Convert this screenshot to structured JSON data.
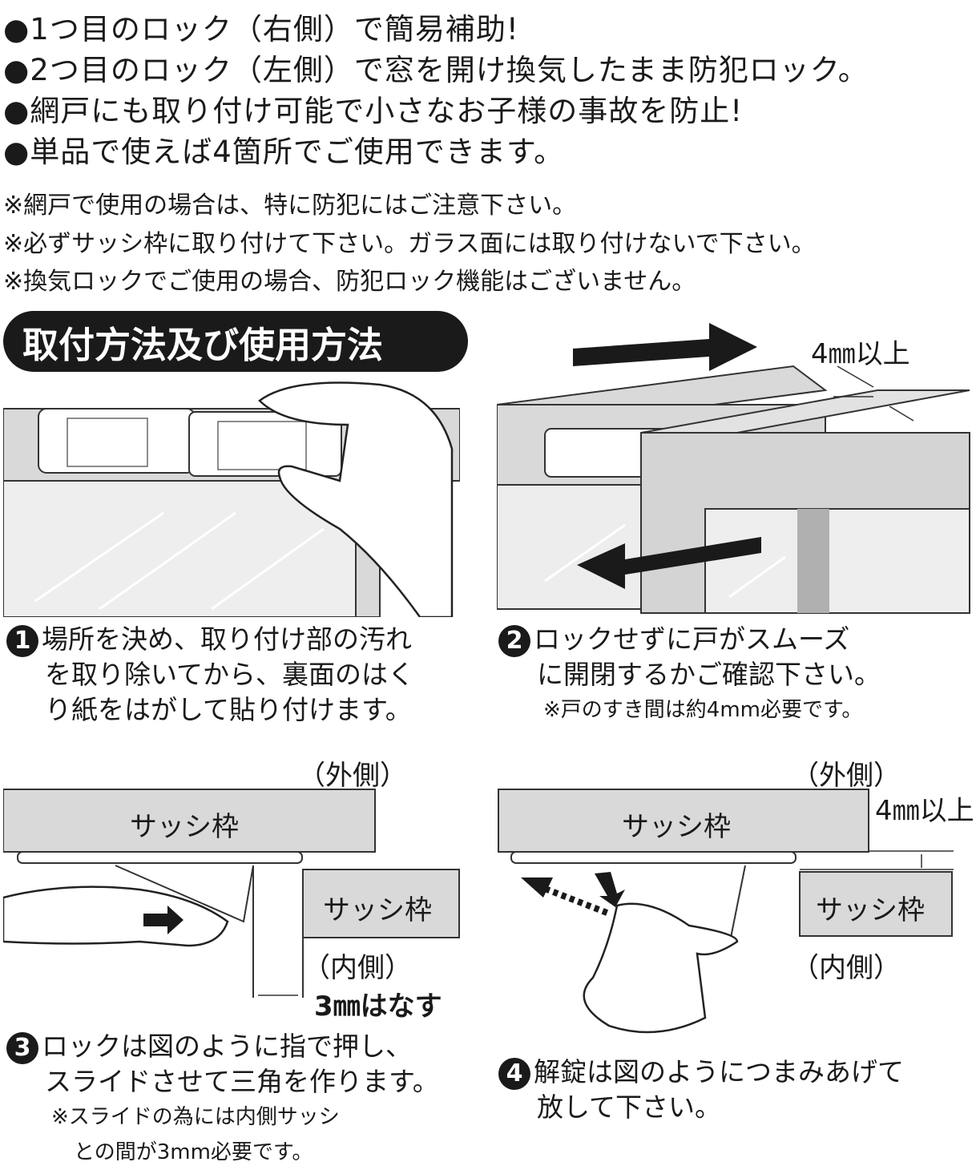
{
  "features": [
    "●1つ目のロック（右側）で簡易補助!",
    "●2つ目のロック（左側）で窓を開け換気したまま防犯ロック。",
    "●網戸にも取り付け可能で小さなお子様の事故を防止!",
    "●単品で使えば4箇所でご使用できます。"
  ],
  "notes": [
    "※網戸で使用の場合は、特に防犯にはご注意下さい。",
    "※必ずサッシ枠に取り付けて下さい。ガラス面には取り付けないで下さい。",
    "※換気ロックでご使用の場合、防犯ロック機能はございません。"
  ],
  "section_title": "取付方法及び使用方法",
  "step1": {
    "num": "1",
    "lines": [
      "場所を決め、取り付け部の汚れ",
      "を取り除いてから、裏面のはく",
      "り紙をはがして貼り付けます。"
    ]
  },
  "step2": {
    "num": "2",
    "lines": [
      "ロックせずに戸がスムーズ",
      "に開閉するかご確認下さい。"
    ],
    "sub": "※戸のすき間は約4mm必要です。",
    "gap_label": "4㎜以上"
  },
  "step3": {
    "num": "3",
    "lines": [
      "ロックは図のように指で押し、",
      "スライドさせて三角を作ります。"
    ],
    "sub": [
      "※スライドの為には内側サッシ",
      "との間が3mm必要です。"
    ],
    "outer": "（外側）",
    "inner": "（内側）",
    "frame": "サッシ枠",
    "gap_label": "3㎜はなす"
  },
  "step4": {
    "num": "4",
    "lines": [
      "解錠は図のようにつまみあげて",
      "放して下さい。"
    ],
    "outer": "（外側）",
    "inner": "（内側）",
    "frame": "サッシ枠",
    "gap_label": "4㎜以上"
  }
}
